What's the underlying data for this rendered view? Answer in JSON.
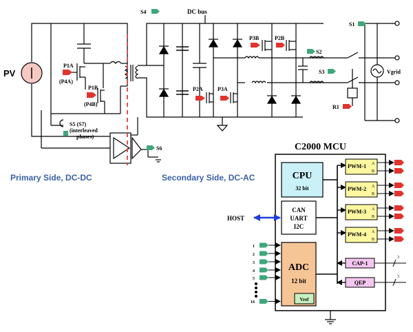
{
  "labels": {
    "pv": "PV",
    "dc_bus": "DC bus",
    "p1a": "P1A",
    "p4a": "(P4A)",
    "p1b": "P1B",
    "p4b": "(P4B)",
    "s5": "S5 (S7)",
    "interleaved": "(interleaved",
    "phases": "phases)",
    "s6": "S6",
    "s4": "S4",
    "p3b": "P3B",
    "p2b": "P2B",
    "p2a": "P2A",
    "p3a": "P3A",
    "s1": "S1",
    "s2": "S2",
    "s3": "S3",
    "r1": "R1",
    "vgrid": "Vgrid",
    "primary_side": "Primary Side, DC-DC",
    "secondary_side": "Secondary Side, DC-AC"
  },
  "mcu": {
    "title": "C2000 MCU",
    "cpu_label": "CPU",
    "cpu_bits": "32 bit",
    "comm_lines": [
      "CAN",
      "UART",
      "I2C"
    ],
    "host": "HOST",
    "adc_label": "ADC",
    "adc_bits": "12 bit",
    "vref": "Vref",
    "pwm": [
      "PWM-1",
      "PWM-2",
      "PWM-3",
      "PWM-4"
    ],
    "pwm_channel_a": "A",
    "pwm_channel_b": "B",
    "cap": "CAP-1",
    "qep": "QEP",
    "cap_width": "3",
    "qep_width": "3",
    "adc_inputs": [
      "1",
      "2",
      "3",
      "4",
      "5"
    ],
    "adc_last_input": "16"
  },
  "colors": {
    "accent_blue": "#3a5fa8",
    "pwm_fill": "#fdf7a0",
    "cpu_fill": "#c9f1f7",
    "adc_fill": "#f6c596",
    "cap_fill": "#f3c6f0",
    "red_out": "#e0342f",
    "green_in": "#3fa77a",
    "isolation": "#e04040"
  }
}
